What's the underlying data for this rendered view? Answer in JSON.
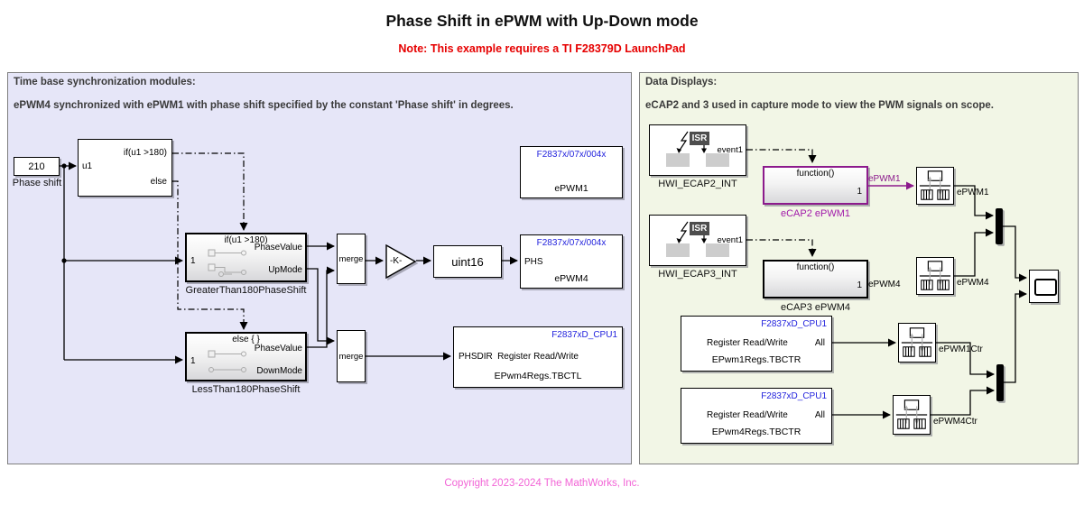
{
  "title": "Phase Shift in ePWM with Up-Down mode",
  "note": "Note: This example requires a TI F28379D LaunchPad",
  "copyright": "Copyright 2023-2024 The MathWorks, Inc.",
  "colors": {
    "note_red": "#e60000",
    "copyright_pink": "#f263d6",
    "chip_blue": "#2222dd",
    "purple_wire": "#8c1a8c",
    "purple_label": "#a21caa",
    "left_panel_bg": "#e6e6f8",
    "right_panel_bg": "#f2f6e6"
  },
  "left_panel": {
    "header": "Time base synchronization modules:",
    "description": "ePWM4 synchronized with ePWM1 with phase shift specified by the constant 'Phase shift' in degrees.",
    "constant": {
      "value": "210",
      "label": "Phase shift"
    },
    "if_block": {
      "input": "u1",
      "out_if": "if(u1 >180)",
      "out_else": "else"
    },
    "greater": {
      "header": "if(u1 >180)",
      "input": "1",
      "out_top": "PhaseValue",
      "out_bottom": "UpMode",
      "label": "GreaterThan180PhaseShift"
    },
    "less": {
      "header": "else { }",
      "input": "1",
      "out_top": "PhaseValue",
      "out_bottom": "DownMode",
      "label": "LessThan180PhaseShift"
    },
    "merge_top": {
      "label": "merge"
    },
    "merge_bottom": {
      "label": "merge"
    },
    "gain": {
      "label": "-K-"
    },
    "cast": {
      "label": "uint16"
    },
    "epwm1": {
      "chip": "F2837x/07x/004x",
      "name": "ePWM1"
    },
    "epwm4": {
      "chip": "F2837x/07x/004x",
      "port": "PHS",
      "name": "ePWM4"
    },
    "reg_rw": {
      "chip": "F2837xD_CPU1",
      "port": "PHSDIR",
      "title": "Register Read/Write",
      "register": "EPwm4Regs.TBCTL"
    }
  },
  "right_panel": {
    "header": "Data Displays:",
    "description": "eCAP2 and 3 used in capture mode to view the PWM signals on scope.",
    "hwi_ecap2": {
      "isr": "ISR",
      "port": "event1",
      "label": "HWI_ECAP2_INT"
    },
    "hwi_ecap3": {
      "isr": "ISR",
      "port": "event1",
      "label": "HWI_ECAP3_INT"
    },
    "ecap2": {
      "fn": "function()",
      "port": "1",
      "label": "eCAP2 ePWM1"
    },
    "ecap3": {
      "fn": "function()",
      "port": "1",
      "label": "eCAP3 ePWM4"
    },
    "reg_rw1": {
      "chip": "F2837xD_CPU1",
      "title": "Register Read/Write",
      "port": "All",
      "register": "EPwm1Regs.TBCTR"
    },
    "reg_rw2": {
      "chip": "F2837xD_CPU1",
      "title": "Register Read/Write",
      "port": "All",
      "register": "EPwm4Regs.TBCTR"
    },
    "wire_labels": {
      "ecap2_out": "ePWM1",
      "rt1_out": "ePWM1",
      "ecap3_out": "ePWM4",
      "rt2_out": "ePWM4",
      "rt3_out": "ePWM1Ctr",
      "rt4_out": "ePWM4Ctr"
    }
  }
}
